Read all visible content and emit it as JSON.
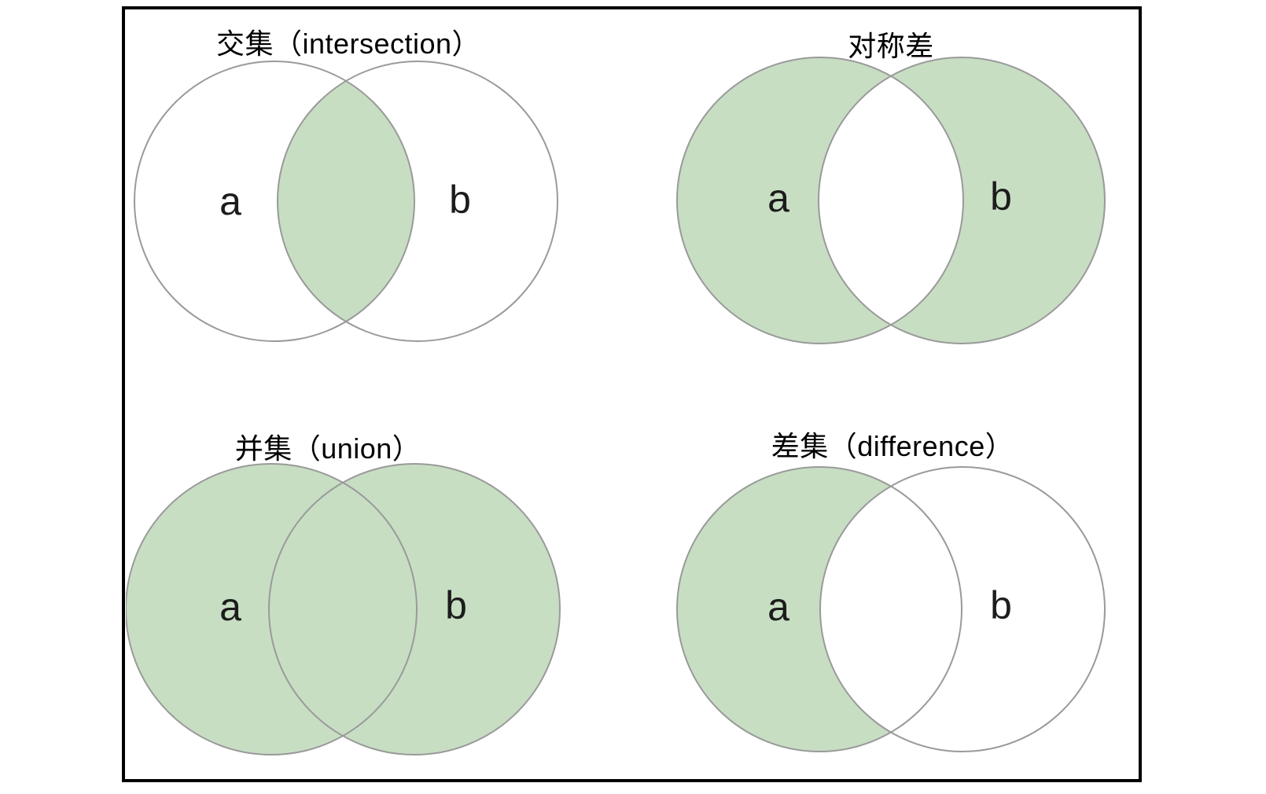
{
  "figure": {
    "description": "Four Venn diagrams illustrating set operations",
    "colors": {
      "background": "#ffffff",
      "frame_border": "#000000",
      "shade_green": "#c7dec3",
      "circle_fill_white": "#ffffff",
      "circle_stroke": "#9a9a9a",
      "label_text": "#1c1c1c",
      "title_text": "#000000"
    }
  },
  "diagrams": [
    {
      "key": "intersection",
      "title": "交集（intersection）",
      "label_a": "a",
      "label_b": "b",
      "shaded_region": "overlap of a and b"
    },
    {
      "key": "symmetric-difference",
      "title": "对称差",
      "label_a": "a",
      "label_b": "b",
      "shaded_region": "a and b excluding overlap"
    },
    {
      "key": "union",
      "title": "并集（union）",
      "label_a": "a",
      "label_b": "b",
      "shaded_region": "all of a and b"
    },
    {
      "key": "difference",
      "title": "差集（difference）",
      "label_a": "a",
      "label_b": "b",
      "shaded_region": "a excluding overlap with b"
    }
  ]
}
